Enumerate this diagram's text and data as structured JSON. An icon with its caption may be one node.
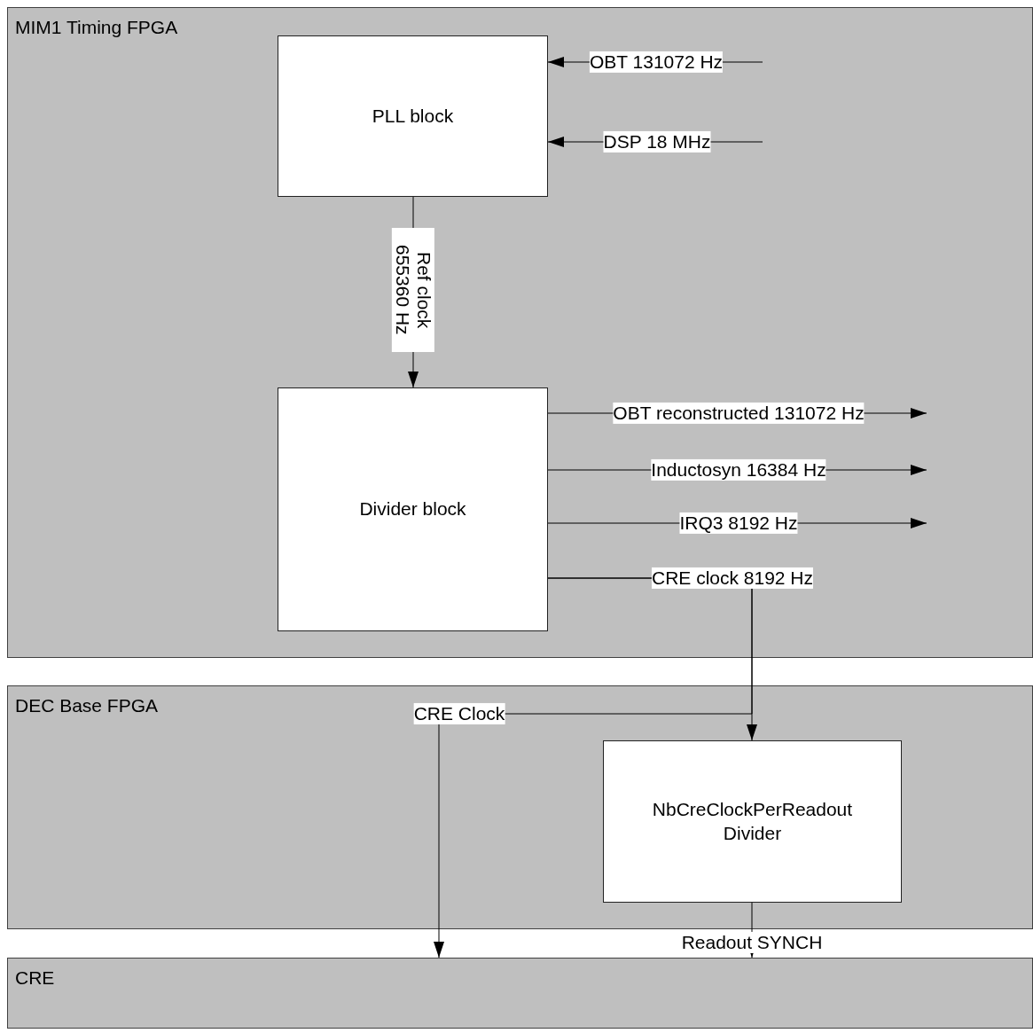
{
  "diagram": {
    "nodes": [
      {
        "text": [
          "MIM1 Timing FPGA"
        ]
      },
      {
        "text": [
          "PLL block"
        ],
        "in": 0
      },
      {
        "text": [
          "Divider block"
        ],
        "in": 0
      },
      {
        "text": [
          "DEC Base FPGA"
        ]
      },
      {
        "text": [
          "NbCreClockPerReadout Divider"
        ],
        "in": 3
      },
      {
        "text": [
          "CRE"
        ]
      }
    ],
    "edges": [
      {
        "from": null,
        "to": 1,
        "arrow": "to",
        "label": "OBT 131072 Hz"
      },
      {
        "from": null,
        "to": 1,
        "arrow": "to",
        "label": "DSP 18 MHz"
      },
      {
        "from": 1,
        "to": 2,
        "arrow": "to",
        "label": "Ref clock 655360 Hz"
      },
      {
        "from": 2,
        "to": null,
        "arrow": "to",
        "label": "OBT reconstructed 131072 Hz"
      },
      {
        "from": 2,
        "to": null,
        "arrow": "to",
        "label": "Inductosyn 16384 Hz"
      },
      {
        "from": 2,
        "to": null,
        "arrow": "to",
        "label": "IRQ3 8192 Hz"
      },
      {
        "from": 2,
        "to": 4,
        "arrow": "to",
        "label": "CRE clock 8192 Hz"
      },
      {
        "from": 2,
        "to": 5,
        "arrow": "to",
        "label": "CRE Clock"
      },
      {
        "from": 4,
        "to": 5,
        "arrow": "to",
        "label": "Readout SYNCH"
      }
    ]
  }
}
